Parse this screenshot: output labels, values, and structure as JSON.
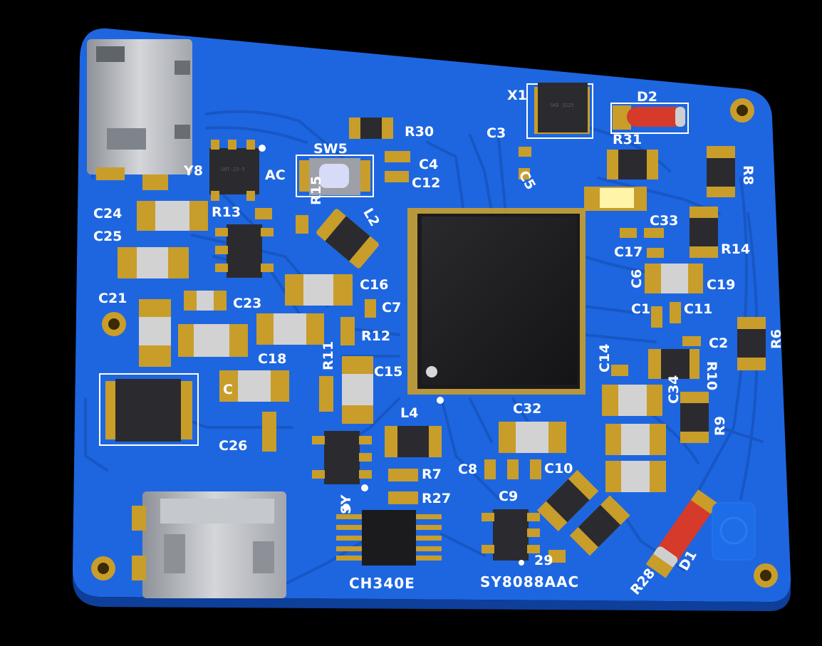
{
  "board": {
    "colors": {
      "background": "#000000",
      "soldermask": "#1e66e0",
      "trace": "#1859c6",
      "pad": "#c99d2a",
      "chip": "#1d1d1f",
      "silkscreen": "#ffffff",
      "connector": "#b9bcc2"
    }
  },
  "chips": {
    "mcu": {
      "name": "mcu-qfp100"
    },
    "usb_uart": {
      "label": "CH340E"
    },
    "regulator": {
      "label": "SY8088AAC"
    },
    "crystal": {
      "designator": "X1",
      "marking": "SKD 3225"
    },
    "sot_mark": "SOT-23-5"
  },
  "designators": {
    "R30": "R30",
    "SW5": "SW5",
    "C4": "C4",
    "C12": "C12",
    "C3": "C3",
    "C5": "C5",
    "X1": "X1",
    "D2": "D2",
    "R31": "R31",
    "R8": "R8",
    "Y8": "Y8",
    "AC": "AC",
    "R13": "R13",
    "R15": "R15",
    "L2": "L2",
    "C33": "C33",
    "C17": "C17",
    "R14": "R14",
    "C24": "C24",
    "C25": "C25",
    "C16": "C16",
    "C7": "C7",
    "C19": "C19",
    "C6": "C6",
    "C1": "C1",
    "C11": "C11",
    "C21": "C21",
    "C23": "C23",
    "R12": "R12",
    "C2": "C2",
    "R6": "R6",
    "C18": "C18",
    "R11": "R11",
    "C15": "C15",
    "C14": "C14",
    "R10": "R10",
    "C": "C",
    "C34": "C34",
    "L4": "L4",
    "C32": "C32",
    "C26": "C26",
    "R9": "R9",
    "R7": "R7",
    "C8": "C8",
    "C10": "C10",
    "R27": "R27",
    "C9": "C9",
    "SY": "SY",
    "29": "29",
    "R28": "R28",
    "D1": "D1"
  }
}
